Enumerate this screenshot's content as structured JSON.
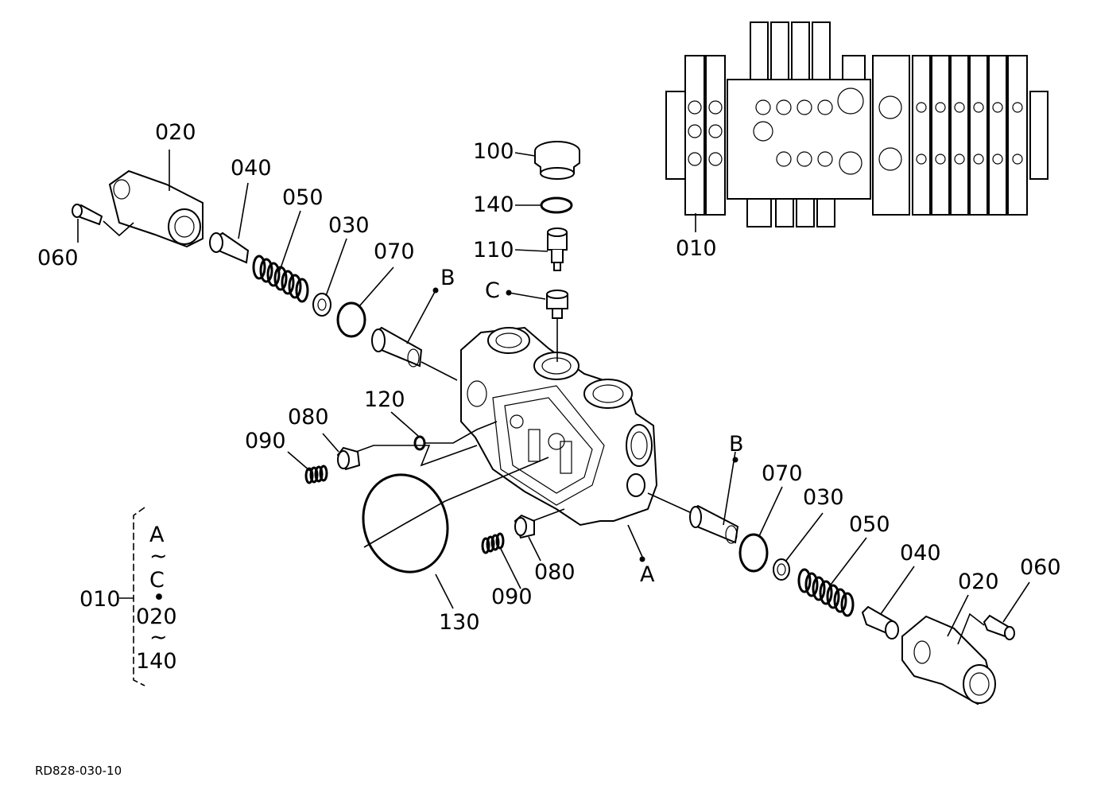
{
  "drawing_id": "RD828-030-10",
  "callouts": {
    "c020_top": "020",
    "c040_top": "040",
    "c050_top": "050",
    "c030_top": "030",
    "c070_top": "070",
    "c060_left": "060",
    "cB_top": "B",
    "c100": "100",
    "c140": "140",
    "c110": "110",
    "cC": "C",
    "c010_top": "010",
    "c120": "120",
    "c080_left": "080",
    "c090_left": "090",
    "c130": "130",
    "c080_mid": "080",
    "c090_mid": "090",
    "cA": "A",
    "cB_right": "B",
    "c070_right": "070",
    "c030_right": "030",
    "c050_right": "050",
    "c040_right": "040",
    "c020_right": "020",
    "c060_right": "060"
  },
  "assembly_bracket": {
    "parent": "010",
    "line1": "A",
    "tilde1": "~",
    "line2": "C",
    "bullet": "•",
    "line3": "020",
    "tilde2": "~",
    "line4": "140"
  }
}
